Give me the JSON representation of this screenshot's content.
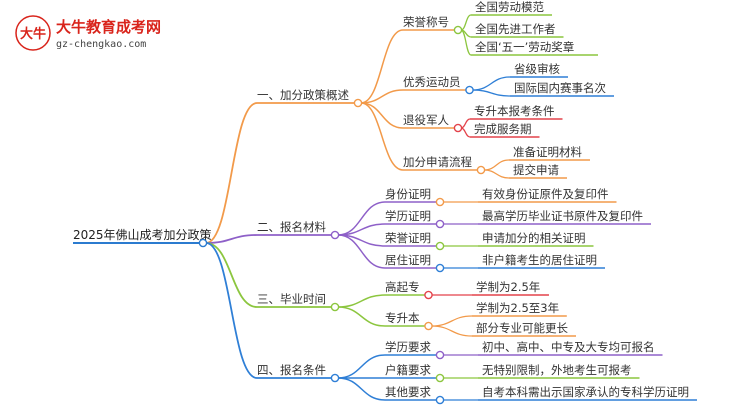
{
  "brand": {
    "title": "大牛教育成考网",
    "url": "gz-chengkao.com",
    "logo_text": "大牛"
  },
  "colors": {
    "orange": "#f29a4a",
    "purple": "#8e60c8",
    "green": "#8cc63f",
    "blue": "#2f7fd6",
    "red": "#e3424a",
    "root_line": "#2b7bcf"
  },
  "root": "2025年佛山成考加分政策",
  "branches": [
    {
      "label": "一、加分政策概述",
      "children": [
        {
          "label": "荣誉称号",
          "leaves": [
            "全国劳动模范",
            "全国先进工作者",
            "全国‘五一’劳动奖章"
          ]
        },
        {
          "label": "优秀运动员",
          "leaves": [
            "省级审核",
            "国际国内赛事名次"
          ]
        },
        {
          "label": "退役军人",
          "leaves": [
            "专升本报考条件",
            "完成服务期"
          ]
        },
        {
          "label": "加分申请流程",
          "leaves": [
            "准备证明材料",
            "提交申请"
          ]
        }
      ]
    },
    {
      "label": "二、报名材料",
      "children": [
        {
          "label": "身份证明",
          "leaves": [
            "有效身份证原件及复印件"
          ]
        },
        {
          "label": "学历证明",
          "leaves": [
            "最高学历毕业证书原件及复印件"
          ]
        },
        {
          "label": "荣誉证明",
          "leaves": [
            "申请加分的相关证明"
          ]
        },
        {
          "label": "居住证明",
          "leaves": [
            "非户籍考生的居住证明"
          ]
        }
      ]
    },
    {
      "label": "三、毕业时间",
      "children": [
        {
          "label": "高起专",
          "leaves": [
            "学制为2.5年"
          ]
        },
        {
          "label": "专升本",
          "leaves": [
            "学制为2.5至3年",
            "部分专业可能更长"
          ]
        }
      ]
    },
    {
      "label": "四、报名条件",
      "children": [
        {
          "label": "学历要求",
          "leaves": [
            "初中、高中、中专及大专均可报名"
          ]
        },
        {
          "label": "户籍要求",
          "leaves": [
            "无特别限制，外地考生可报考"
          ]
        },
        {
          "label": "其他要求",
          "leaves": [
            "自考本科需出示国家承认的专科学历证明"
          ]
        }
      ]
    }
  ]
}
